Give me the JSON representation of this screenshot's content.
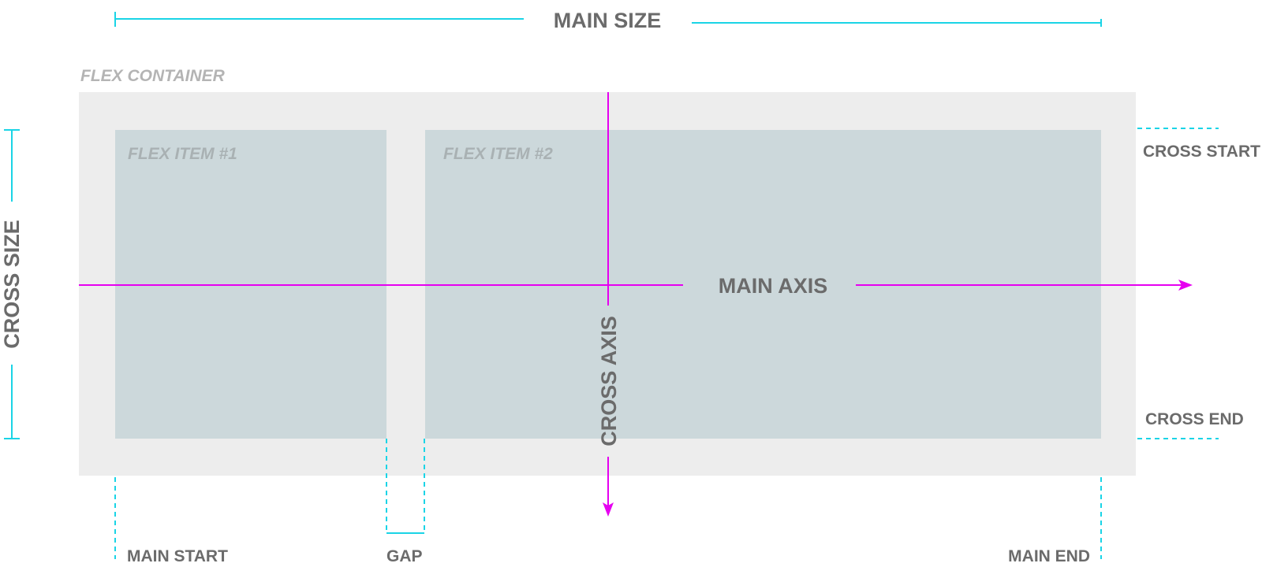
{
  "labels": {
    "main_size": "MAIN SIZE",
    "flex_container": "FLEX CONTAINER",
    "flex_item_1": "FLEX ITEM #1",
    "flex_item_2": "FLEX ITEM #2",
    "cross_start": "CROSS START",
    "cross_end": "CROSS END",
    "cross_size": "CROSS SIZE",
    "main_axis": "MAIN AXIS",
    "cross_axis": "CROSS AXIS",
    "main_start": "MAIN START",
    "gap": "GAP",
    "main_end": "MAIN END"
  },
  "colors": {
    "container": "#ededed",
    "item": "#ccd8db",
    "axis": "#e600f0",
    "dimension": "#1ad4e6",
    "label": "#6b6b6b"
  }
}
